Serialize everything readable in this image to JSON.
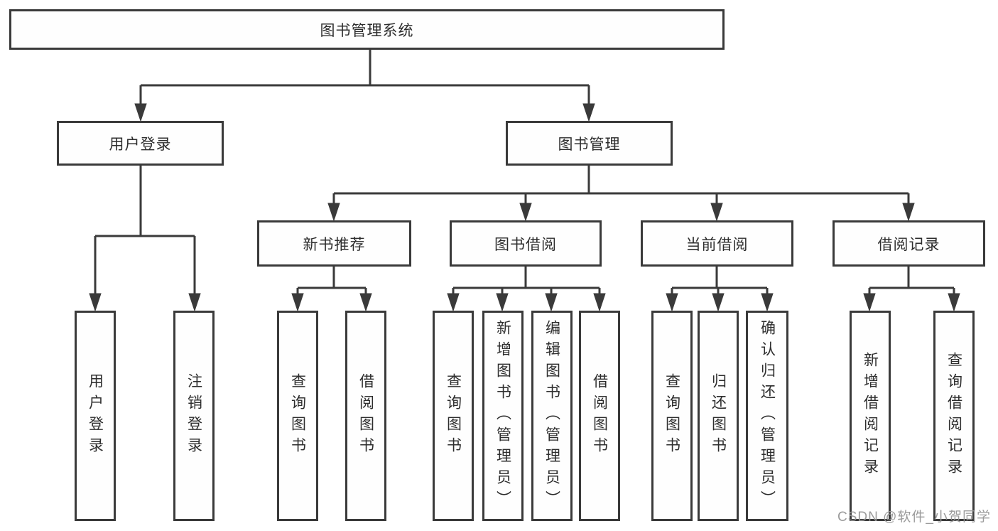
{
  "colors": {
    "line": "#3a3a3a",
    "box_border": "#3a3a3a",
    "text": "#2d2d2d",
    "watermark": "#969696",
    "background": "#ffffff"
  },
  "diagram": {
    "root": {
      "label": "图书管理系统"
    },
    "level2": [
      {
        "label": "用户登录"
      },
      {
        "label": "图书管理"
      }
    ],
    "level3": [
      {
        "label": "新书推荐"
      },
      {
        "label": "图书借阅"
      },
      {
        "label": "当前借阅"
      },
      {
        "label": "借阅记录"
      }
    ],
    "leaves": {
      "user_login": [
        "用户登录",
        "注销登录"
      ],
      "new_book_recommend": [
        "查询图书",
        "借阅图书"
      ],
      "book_borrow": [
        "查询图书",
        "新增图书（管理员）",
        "编辑图书（管理员）",
        "借阅图书"
      ],
      "current_borrow": [
        "查询图书",
        "归还图书",
        "确认归还（管理员）"
      ],
      "borrow_records": [
        "新增借阅记录",
        "查询借阅记录"
      ]
    }
  },
  "watermark": {
    "text": "CSDN @软件_小贺同学"
  }
}
